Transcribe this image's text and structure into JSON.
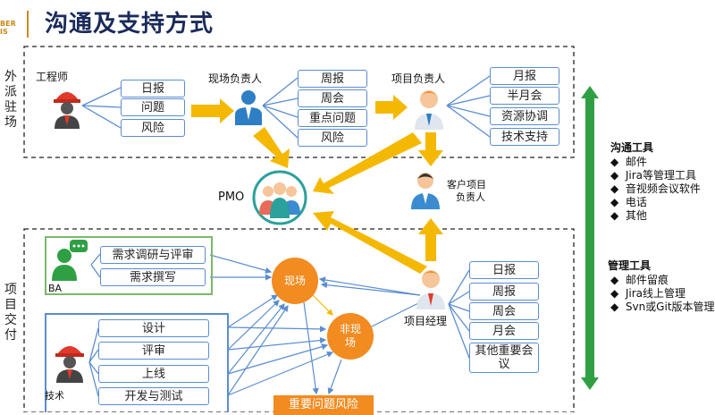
{
  "title": "沟通及支持方式",
  "logo_text": "BER\nIS",
  "sections": {
    "top": "外派驻场",
    "bottom": "项目交付"
  },
  "roles": {
    "engineer": "工程师",
    "site_lead": "现场负责人",
    "project_lead": "项目负责人",
    "pmo": "PMO",
    "client_lead_1": "客户项目",
    "client_lead_2": "负责人",
    "ba": "BA",
    "pm": "项目经理",
    "tech": "技术"
  },
  "engineer_items": [
    "日报",
    "问题",
    "风险"
  ],
  "site_items": [
    "周报",
    "周会",
    "重点问题",
    "风险"
  ],
  "lead_items": [
    "月报",
    "半月会",
    "资源协调",
    "技术支持"
  ],
  "ba_items": [
    "需求调研与评审",
    "需求撰写"
  ],
  "tech_items": [
    "设计",
    "评审",
    "上线",
    "开发与测试"
  ],
  "pm_items": [
    "日报",
    "周报",
    "周会",
    "月会",
    "其他重要会议"
  ],
  "onsite": "现场",
  "offsite": "非现场",
  "risk_bar": "重要问题风险",
  "comm_tools": {
    "heading": "沟通工具",
    "items": [
      "邮件",
      "Jira等管理工具",
      "音视频会议软件",
      "电话",
      "其他"
    ]
  },
  "mgmt_tools": {
    "heading": "管理工具",
    "items": [
      "邮件留痕",
      "Jira线上管理",
      "Svn或Git版本管理"
    ]
  },
  "colors": {
    "orange": "#f28b20",
    "yellow_arrow": "#f5b800",
    "blue_line": "#5b8dd0",
    "green": "#7cb86a",
    "dark_green": "#2ea043"
  }
}
